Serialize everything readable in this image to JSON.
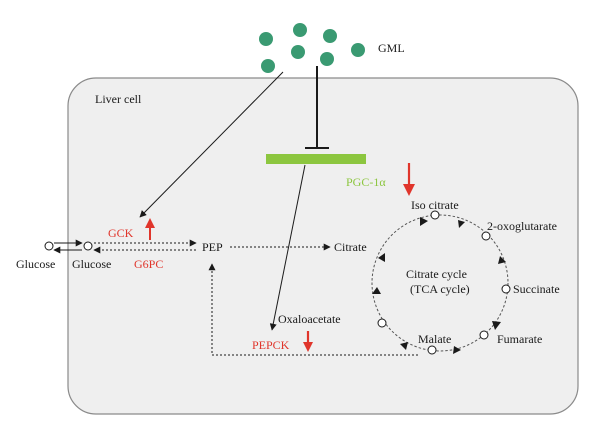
{
  "drug": {
    "label": "GML",
    "dot_color": "#3a9a72"
  },
  "cell": {
    "label": "Liver cell",
    "fill": "#efefef",
    "stroke": "#8a8a8a"
  },
  "regulator": {
    "label": "PGC-1α",
    "bar_color": "#8cc63f"
  },
  "metabolites": {
    "glucose_out": "Glucose",
    "glucose_in": "Glucose",
    "pep": "PEP",
    "citrate": "Citrate",
    "oxaloacetate": "Oxaloacetate"
  },
  "enzymes": {
    "gck": "GCK",
    "g6pc": "G6PC",
    "pepck": "PEPCK",
    "color": "#e0352b"
  },
  "tca": {
    "title_line1": "Citrate cycle",
    "title_line2": "(TCA cycle)",
    "iso_citrate": "Iso citrate",
    "oxoglutarate": "2-oxoglutarate",
    "succinate": "Succinate",
    "fumarate": "Fumarate",
    "malate": "Malate"
  }
}
